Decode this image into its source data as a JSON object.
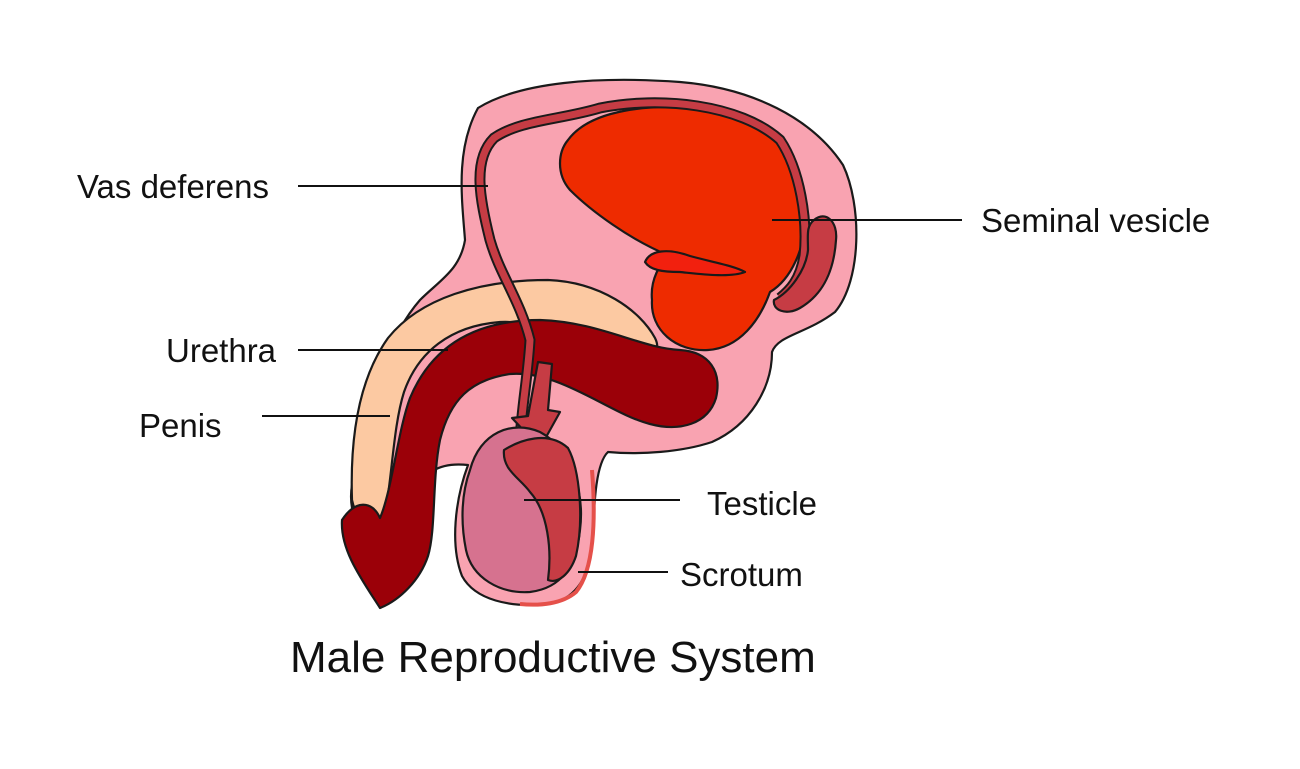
{
  "title": "Male Reproductive System",
  "labels": {
    "vas_deferens": "Vas deferens",
    "seminal_vesicle": "Seminal vesicle",
    "urethra": "Urethra",
    "penis": "Penis",
    "testicle": "Testicle",
    "scrotum": "Scrotum"
  },
  "colors": {
    "body_tissue": "#f9a3b1",
    "seminal_vesicle": "#ee2b00",
    "penis": "#9b0008",
    "urethra": "#fcc9a2",
    "testicle": "#d6728f",
    "vas_deferens": "#c63c44",
    "scrotum_edge": "#e5504a"
  }
}
